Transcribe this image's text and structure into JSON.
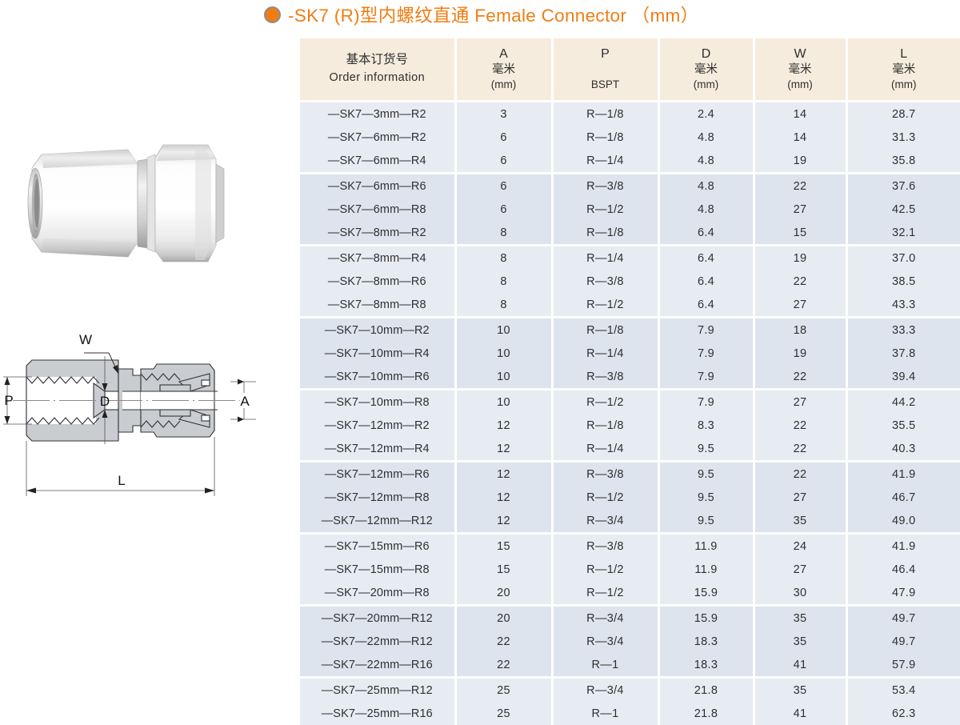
{
  "title": {
    "bullet_icon": "filled-circle-bullet",
    "text": "-SK7 (R)型内螺纹直通  Female  Connector （mm）",
    "color": "#f07d12"
  },
  "product_photo": {
    "alt_name": "stainless-steel-female-connector-photo"
  },
  "drawing": {
    "labels": {
      "w": "W",
      "p": "P",
      "d": "D",
      "a": "A",
      "l": "L"
    }
  },
  "table": {
    "headers": [
      {
        "cn": "基本订货号",
        "en": "Order  information"
      },
      {
        "sym": "A",
        "cn": "毫米",
        "unit": "(mm)"
      },
      {
        "sym": "P",
        "cn": "",
        "unit": "BSPT"
      },
      {
        "sym": "D",
        "cn": "毫米",
        "unit": "(mm)"
      },
      {
        "sym": "W",
        "cn": "毫米",
        "unit": "(mm)"
      },
      {
        "sym": "L",
        "cn": "毫米",
        "unit": "(mm)"
      }
    ],
    "rows": [
      {
        "order": "—SK7—3mm—R2",
        "a": "3",
        "p": "R—1/8",
        "d": "2.4",
        "w": "14",
        "l": "28.7",
        "group": 0
      },
      {
        "order": "—SK7—6mm—R2",
        "a": "6",
        "p": "R—1/8",
        "d": "4.8",
        "w": "14",
        "l": "31.3",
        "group": 0
      },
      {
        "order": "—SK7—6mm—R4",
        "a": "6",
        "p": "R—1/4",
        "d": "4.8",
        "w": "19",
        "l": "35.8",
        "group": 0
      },
      {
        "order": "—SK7—6mm—R6",
        "a": "6",
        "p": "R—3/8",
        "d": "4.8",
        "w": "22",
        "l": "37.6",
        "group": 1
      },
      {
        "order": "—SK7—6mm—R8",
        "a": "6",
        "p": "R—1/2",
        "d": "4.8",
        "w": "27",
        "l": "42.5",
        "group": 1
      },
      {
        "order": "—SK7—8mm—R2",
        "a": "8",
        "p": "R—1/8",
        "d": "6.4",
        "w": "15",
        "l": "32.1",
        "group": 1
      },
      {
        "order": "—SK7—8mm—R4",
        "a": "8",
        "p": "R—1/4",
        "d": "6.4",
        "w": "19",
        "l": "37.0",
        "group": 2
      },
      {
        "order": "—SK7—8mm—R6",
        "a": "8",
        "p": "R—3/8",
        "d": "6.4",
        "w": "22",
        "l": "38.5",
        "group": 2
      },
      {
        "order": "—SK7—8mm—R8",
        "a": "8",
        "p": "R—1/2",
        "d": "6.4",
        "w": "27",
        "l": "43.3",
        "group": 2
      },
      {
        "order": "—SK7—10mm—R2",
        "a": "10",
        "p": "R—1/8",
        "d": "7.9",
        "w": "18",
        "l": "33.3",
        "group": 3
      },
      {
        "order": "—SK7—10mm—R4",
        "a": "10",
        "p": "R—1/4",
        "d": "7.9",
        "w": "19",
        "l": "37.8",
        "group": 3
      },
      {
        "order": "—SK7—10mm—R6",
        "a": "10",
        "p": "R—3/8",
        "d": "7.9",
        "w": "22",
        "l": "39.4",
        "group": 3
      },
      {
        "order": "—SK7—10mm—R8",
        "a": "10",
        "p": "R—1/2",
        "d": "7.9",
        "w": "27",
        "l": "44.2",
        "group": 4
      },
      {
        "order": "—SK7—12mm—R2",
        "a": "12",
        "p": "R—1/8",
        "d": "8.3",
        "w": "22",
        "l": "35.5",
        "group": 4
      },
      {
        "order": "—SK7—12mm—R4",
        "a": "12",
        "p": "R—1/4",
        "d": "9.5",
        "w": "22",
        "l": "40.3",
        "group": 4
      },
      {
        "order": "—SK7—12mm—R6",
        "a": "12",
        "p": "R—3/8",
        "d": "9.5",
        "w": "22",
        "l": "41.9",
        "group": 5
      },
      {
        "order": "—SK7—12mm—R8",
        "a": "12",
        "p": "R—1/2",
        "d": "9.5",
        "w": "27",
        "l": "46.7",
        "group": 5
      },
      {
        "order": "—SK7—12mm—R12",
        "a": "12",
        "p": "R—3/4",
        "d": "9.5",
        "w": "35",
        "l": "49.0",
        "group": 5
      },
      {
        "order": "—SK7—15mm—R6",
        "a": "15",
        "p": "R—3/8",
        "d": "11.9",
        "w": "24",
        "l": "41.9",
        "group": 6
      },
      {
        "order": "—SK7—15mm—R8",
        "a": "15",
        "p": "R—1/2",
        "d": "11.9",
        "w": "27",
        "l": "46.4",
        "group": 6
      },
      {
        "order": "—SK7—20mm—R8",
        "a": "20",
        "p": "R—1/2",
        "d": "15.9",
        "w": "30",
        "l": "47.9",
        "group": 6
      },
      {
        "order": "—SK7—20mm—R12",
        "a": "20",
        "p": "R—3/4",
        "d": "15.9",
        "w": "35",
        "l": "49.7",
        "group": 7
      },
      {
        "order": "—SK7—22mm—R12",
        "a": "22",
        "p": "R—3/4",
        "d": "18.3",
        "w": "35",
        "l": "49.7",
        "group": 7
      },
      {
        "order": "—SK7—22mm—R16",
        "a": "22",
        "p": "R—1",
        "d": "18.3",
        "w": "41",
        "l": "57.9",
        "group": 7
      },
      {
        "order": "—SK7—25mm—R12",
        "a": "25",
        "p": "R—3/4",
        "d": "21.8",
        "w": "35",
        "l": "53.4",
        "group": 8
      },
      {
        "order": "—SK7—25mm—R16",
        "a": "25",
        "p": "R—1",
        "d": "21.8",
        "w": "41",
        "l": "62.3",
        "group": 8
      }
    ]
  },
  "colors": {
    "accent": "#f07d12",
    "header_bg": "#f6ecdd",
    "row_bg": "#e7ecf2",
    "row_bg_alt": "#dde4ed"
  }
}
